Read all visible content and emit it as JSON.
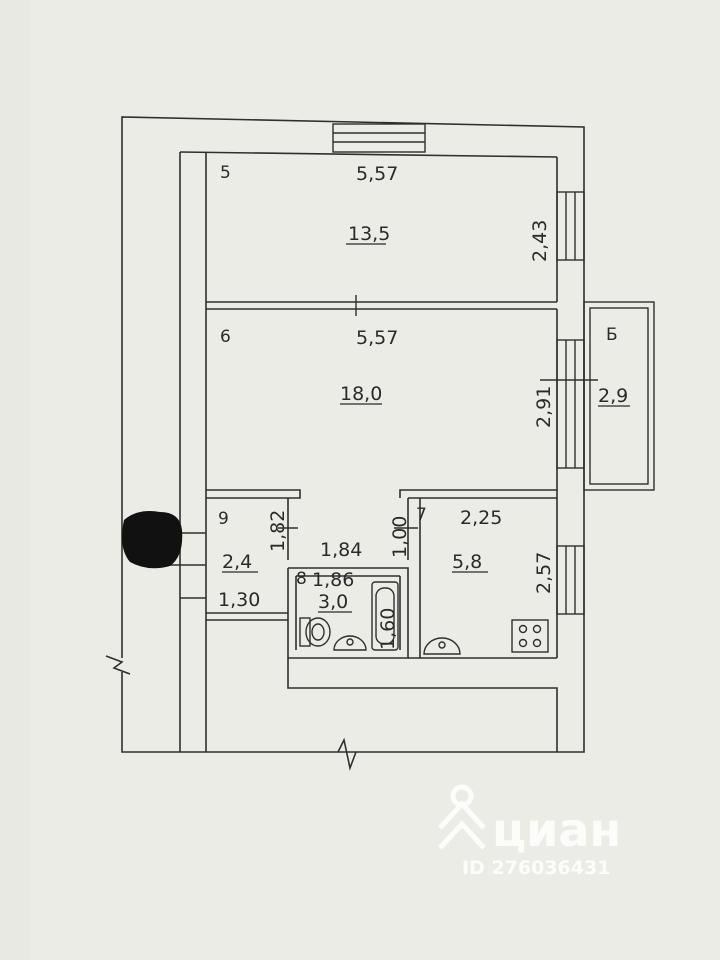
{
  "colors": {
    "paper": "#e9e9e4",
    "ink": "#2a2a2a",
    "watermark": "#ffffff"
  },
  "rooms": [
    {
      "number": "5",
      "area": "13,5",
      "width": "5,57",
      "depth": "2,43"
    },
    {
      "number": "6",
      "area": "18,0",
      "width": "5,57",
      "depth": "2,91"
    },
    {
      "number": "9",
      "area": "2,4",
      "dim_vertical": "1,82",
      "dim_horizontal": "1,30"
    },
    {
      "number": "8",
      "area": "3,0",
      "dim_horizontal": "1,86"
    },
    {
      "number": "7",
      "area": "5,8",
      "width": "2,25",
      "depth": "2,57"
    }
  ],
  "balcony": {
    "label": "Б",
    "area": "2,9"
  },
  "corridor": {
    "width": "1,84",
    "door_dim": "1,00"
  },
  "bathtub": {
    "length": "1,60"
  },
  "watermark": {
    "brand": "циан",
    "id_text": "ID 276036431",
    "icon": "location-pin-icon"
  }
}
